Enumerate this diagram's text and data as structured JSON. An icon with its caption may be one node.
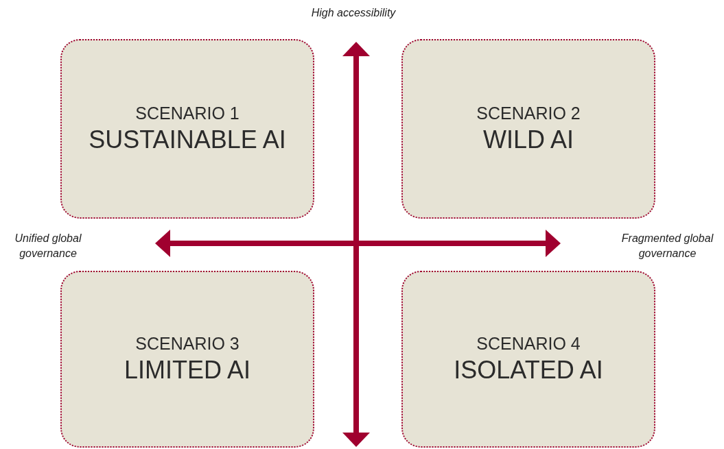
{
  "diagram": {
    "nodes": [
      {
        "text": [
          "SCENARIO 1",
          "SUSTAINABLE AI"
        ]
      },
      {
        "text": [
          "SCENARIO 2",
          "WILD AI"
        ]
      },
      {
        "text": [
          "SCENARIO 3",
          "LIMITED AI"
        ]
      },
      {
        "text": [
          "SCENARIO 4",
          "ISOLATED AI"
        ]
      }
    ],
    "labels": [
      "High accessibility",
      "Unified global governance",
      "Fragmented global governance"
    ]
  }
}
